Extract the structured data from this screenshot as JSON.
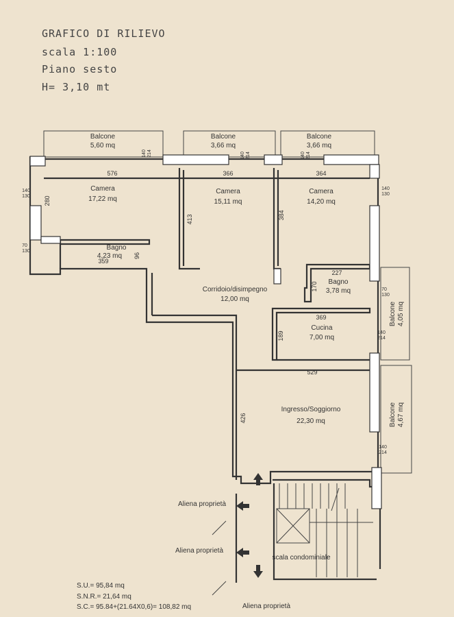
{
  "header": {
    "title": "GRAFICO DI RILIEVO",
    "scale": "scala 1:100",
    "floor": "Piano sesto",
    "height": "H= 3,10 mt"
  },
  "rooms": {
    "balcone1": {
      "name": "Balcone",
      "area": "5,60 mq"
    },
    "balcone2": {
      "name": "Balcone",
      "area": "3,66 mq"
    },
    "balcone3": {
      "name": "Balcone",
      "area": "3,66 mq"
    },
    "camera1": {
      "name": "Camera",
      "area": "17,22 mq"
    },
    "camera2": {
      "name": "Camera",
      "area": "15,11 mq"
    },
    "camera3": {
      "name": "Camera",
      "area": "14,20 mq"
    },
    "bagno1": {
      "name": "Bagno",
      "area": "4,23 mq"
    },
    "bagno2": {
      "name": "Bagno",
      "area": "3,78 mq"
    },
    "corridoio": {
      "name": "Corridoio/disimpegno",
      "area": "12,00 mq"
    },
    "cucina": {
      "name": "Cucina",
      "area": "7,00 mq"
    },
    "soggiorno": {
      "name": "Ingresso/Soggiorno",
      "area": "22,30 mq"
    },
    "balcone4": {
      "name": "Balcone",
      "area": "4,05 mq"
    },
    "balcone5": {
      "name": "Balcone",
      "area": "4,67 mq"
    },
    "scala": {
      "name": "scala condominiale"
    },
    "aliena1": "Aliena proprietà",
    "aliena2": "Aliena proprietà",
    "aliena3": "Aliena proprietà"
  },
  "dimensions": {
    "d576": "576",
    "d366": "366",
    "d364": "364",
    "d280": "280",
    "d413": "413",
    "d384": "384",
    "d359": "359",
    "d96": "96",
    "d227": "227",
    "d170": "170",
    "d369": "369",
    "d189": "189",
    "d529": "529",
    "d426": "426",
    "w140a": "140",
    "w214a": "214",
    "w140b": "140",
    "w214b": "214",
    "w140c": "140",
    "w214c": "214",
    "l140": "140",
    "l130": "130",
    "l70": "70",
    "l130b": "130",
    "r140": "140",
    "r130": "130",
    "r70": "70",
    "r130b": "130",
    "c140": "140",
    "c214": "214",
    "s140": "140",
    "s214": "214"
  },
  "footer": {
    "su": "S.U.= 95,84 mq",
    "snr": "S.N.R.= 21,64 mq",
    "sc": "S.C.= 95.84+(21.64X0,6)= 108,82 mq"
  }
}
